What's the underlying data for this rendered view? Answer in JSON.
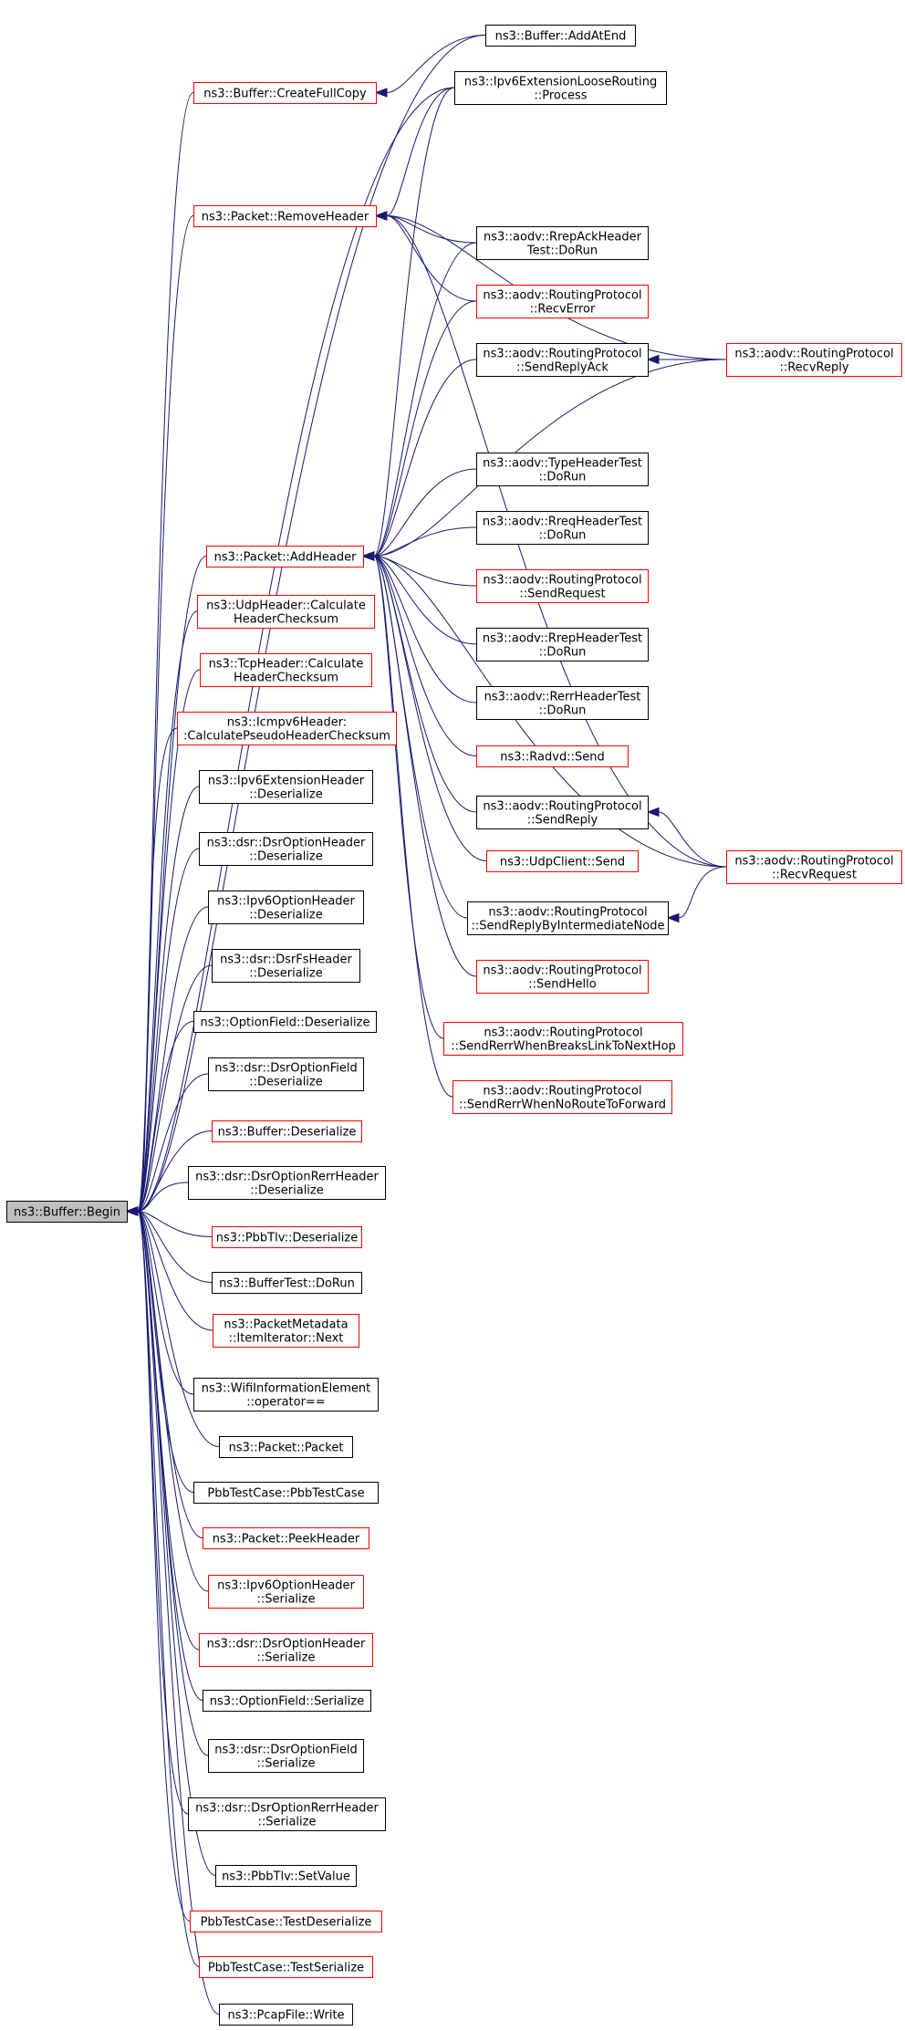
{
  "colors": {
    "edge": "#191970",
    "node_border_black": "#000000",
    "node_border_red": "#ff0000",
    "node_fill": "#ffffff",
    "focus_fill": "#bfbfbf"
  },
  "nodes": [
    {
      "id": "begin",
      "lines": [
        "ns3::Buffer::Begin"
      ],
      "border": "black",
      "focus": true
    },
    {
      "id": "addatend",
      "lines": [
        "ns3::Buffer::AddAtEnd"
      ],
      "border": "black"
    },
    {
      "id": "createfullcopy",
      "lines": [
        "ns3::Buffer::CreateFullCopy"
      ],
      "border": "red"
    },
    {
      "id": "looserouting",
      "lines": [
        "ns3::Ipv6ExtensionLooseRouting",
        "::Process"
      ],
      "border": "black"
    },
    {
      "id": "removeheader",
      "lines": [
        "ns3::Packet::RemoveHeader"
      ],
      "border": "red"
    },
    {
      "id": "rrepack",
      "lines": [
        "ns3::aodv::RrepAckHeader",
        "Test::DoRun"
      ],
      "border": "black"
    },
    {
      "id": "recverror",
      "lines": [
        "ns3::aodv::RoutingProtocol",
        "::RecvError"
      ],
      "border": "red"
    },
    {
      "id": "sendreplyack",
      "lines": [
        "ns3::aodv::RoutingProtocol",
        "::SendReplyAck"
      ],
      "border": "black"
    },
    {
      "id": "recvreply",
      "lines": [
        "ns3::aodv::RoutingProtocol",
        "::RecvReply"
      ],
      "border": "red"
    },
    {
      "id": "typeheadertest",
      "lines": [
        "ns3::aodv::TypeHeaderTest",
        "::DoRun"
      ],
      "border": "black"
    },
    {
      "id": "rreqheadertest",
      "lines": [
        "ns3::aodv::RreqHeaderTest",
        "::DoRun"
      ],
      "border": "black"
    },
    {
      "id": "addheader",
      "lines": [
        "ns3::Packet::AddHeader"
      ],
      "border": "red"
    },
    {
      "id": "sendrequest",
      "lines": [
        "ns3::aodv::RoutingProtocol",
        "::SendRequest"
      ],
      "border": "red"
    },
    {
      "id": "udpchecksum",
      "lines": [
        "ns3::UdpHeader::Calculate",
        "HeaderChecksum"
      ],
      "border": "red"
    },
    {
      "id": "rrepheadertest",
      "lines": [
        "ns3::aodv::RrepHeaderTest",
        "::DoRun"
      ],
      "border": "black"
    },
    {
      "id": "tcpchecksum",
      "lines": [
        "ns3::TcpHeader::Calculate",
        "HeaderChecksum"
      ],
      "border": "red"
    },
    {
      "id": "rerrheadertest",
      "lines": [
        "ns3::aodv::RerrHeaderTest",
        "::DoRun"
      ],
      "border": "black"
    },
    {
      "id": "icmpv6checksum",
      "lines": [
        "ns3::Icmpv6Header:",
        ":CalculatePseudoHeaderChecksum"
      ],
      "border": "red"
    },
    {
      "id": "radvdsend",
      "lines": [
        "ns3::Radvd::Send"
      ],
      "border": "red"
    },
    {
      "id": "ipv6extdeser",
      "lines": [
        "ns3::Ipv6ExtensionHeader",
        "::Deserialize"
      ],
      "border": "black"
    },
    {
      "id": "sendreply",
      "lines": [
        "ns3::aodv::RoutingProtocol",
        "::SendReply"
      ],
      "border": "black"
    },
    {
      "id": "dsroptiondeser",
      "lines": [
        "ns3::dsr::DsrOptionHeader",
        "::Deserialize"
      ],
      "border": "black"
    },
    {
      "id": "udpclientsend",
      "lines": [
        "ns3::UdpClient::Send"
      ],
      "border": "red"
    },
    {
      "id": "recvrequest",
      "lines": [
        "ns3::aodv::RoutingProtocol",
        "::RecvRequest"
      ],
      "border": "red"
    },
    {
      "id": "ipv6optiondeser",
      "lines": [
        "ns3::Ipv6OptionHeader",
        "::Deserialize"
      ],
      "border": "black"
    },
    {
      "id": "sendreplyintermediate",
      "lines": [
        "ns3::aodv::RoutingProtocol",
        "::SendReplyByIntermediateNode"
      ],
      "border": "black"
    },
    {
      "id": "dsrfsdeser",
      "lines": [
        "ns3::dsr::DsrFsHeader",
        "::Deserialize"
      ],
      "border": "black"
    },
    {
      "id": "sendhello",
      "lines": [
        "ns3::aodv::RoutingProtocol",
        "::SendHello"
      ],
      "border": "red"
    },
    {
      "id": "optionfielddeser",
      "lines": [
        "ns3::OptionField::Deserialize"
      ],
      "border": "black"
    },
    {
      "id": "sendrerrbreaks",
      "lines": [
        "ns3::aodv::RoutingProtocol",
        "::SendRerrWhenBreaksLinkToNextHop"
      ],
      "border": "red"
    },
    {
      "id": "dsroptionfielddeser",
      "lines": [
        "ns3::dsr::DsrOptionField",
        "::Deserialize"
      ],
      "border": "black"
    },
    {
      "id": "sendrerrnoroute",
      "lines": [
        "ns3::aodv::RoutingProtocol",
        "::SendRerrWhenNoRouteToForward"
      ],
      "border": "red"
    },
    {
      "id": "bufferdeser",
      "lines": [
        "ns3::Buffer::Deserialize"
      ],
      "border": "red"
    },
    {
      "id": "dsrrerrdeser",
      "lines": [
        "ns3::dsr::DsrOptionRerrHeader",
        "::Deserialize"
      ],
      "border": "black"
    },
    {
      "id": "pbbtlvdeser",
      "lines": [
        "ns3::PbbTlv::Deserialize"
      ],
      "border": "red"
    },
    {
      "id": "buffertest",
      "lines": [
        "ns3::BufferTest::DoRun"
      ],
      "border": "black"
    },
    {
      "id": "metadatanext",
      "lines": [
        "ns3::PacketMetadata",
        "::ItemIterator::Next"
      ],
      "border": "red"
    },
    {
      "id": "wifiinfo",
      "lines": [
        "ns3::WifiInformationElement",
        "::operator=="
      ],
      "border": "black"
    },
    {
      "id": "packetpacket",
      "lines": [
        "ns3::Packet::Packet"
      ],
      "border": "black"
    },
    {
      "id": "pbbtestcase",
      "lines": [
        "PbbTestCase::PbbTestCase"
      ],
      "border": "black"
    },
    {
      "id": "peekheader",
      "lines": [
        "ns3::Packet::PeekHeader"
      ],
      "border": "red"
    },
    {
      "id": "ipv6optionser",
      "lines": [
        "ns3::Ipv6OptionHeader",
        "::Serialize"
      ],
      "border": "red"
    },
    {
      "id": "dsroptionser",
      "lines": [
        "ns3::dsr::DsrOptionHeader",
        "::Serialize"
      ],
      "border": "red"
    },
    {
      "id": "optionfieldser",
      "lines": [
        "ns3::OptionField::Serialize"
      ],
      "border": "black"
    },
    {
      "id": "dsroptionfieldser",
      "lines": [
        "ns3::dsr::DsrOptionField",
        "::Serialize"
      ],
      "border": "black"
    },
    {
      "id": "dsrrerrser",
      "lines": [
        "ns3::dsr::DsrOptionRerrHeader",
        "::Serialize"
      ],
      "border": "black"
    },
    {
      "id": "pbbtlvsetvalue",
      "lines": [
        "ns3::PbbTlv::SetValue"
      ],
      "border": "black"
    },
    {
      "id": "testdeserialize",
      "lines": [
        "PbbTestCase::TestDeserialize"
      ],
      "border": "red"
    },
    {
      "id": "testserialize",
      "lines": [
        "PbbTestCase::TestSerialize"
      ],
      "border": "red"
    },
    {
      "id": "pcapwrite",
      "lines": [
        "ns3::PcapFile::Write"
      ],
      "border": "black"
    }
  ],
  "edges": [
    [
      "addatend",
      "begin"
    ],
    [
      "createfullcopy",
      "begin"
    ],
    [
      "looserouting",
      "begin"
    ],
    [
      "removeheader",
      "begin"
    ],
    [
      "addheader",
      "begin"
    ],
    [
      "udpchecksum",
      "begin"
    ],
    [
      "tcpchecksum",
      "begin"
    ],
    [
      "icmpv6checksum",
      "begin"
    ],
    [
      "ipv6extdeser",
      "begin"
    ],
    [
      "dsroptiondeser",
      "begin"
    ],
    [
      "ipv6optiondeser",
      "begin"
    ],
    [
      "dsrfsdeser",
      "begin"
    ],
    [
      "optionfielddeser",
      "begin"
    ],
    [
      "dsroptionfielddeser",
      "begin"
    ],
    [
      "bufferdeser",
      "begin"
    ],
    [
      "dsrrerrdeser",
      "begin"
    ],
    [
      "pbbtlvdeser",
      "begin"
    ],
    [
      "buffertest",
      "begin"
    ],
    [
      "metadatanext",
      "begin"
    ],
    [
      "wifiinfo",
      "begin"
    ],
    [
      "packetpacket",
      "begin"
    ],
    [
      "pbbtestcase",
      "begin"
    ],
    [
      "peekheader",
      "begin"
    ],
    [
      "ipv6optionser",
      "begin"
    ],
    [
      "dsroptionser",
      "begin"
    ],
    [
      "optionfieldser",
      "begin"
    ],
    [
      "dsroptionfieldser",
      "begin"
    ],
    [
      "dsrrerrser",
      "begin"
    ],
    [
      "pbbtlvsetvalue",
      "begin"
    ],
    [
      "testdeserialize",
      "begin"
    ],
    [
      "testserialize",
      "begin"
    ],
    [
      "pcapwrite",
      "begin"
    ],
    [
      "addatend",
      "createfullcopy"
    ],
    [
      "looserouting",
      "removeheader"
    ],
    [
      "rrepack",
      "removeheader"
    ],
    [
      "recverror",
      "removeheader"
    ],
    [
      "recvreply",
      "removeheader"
    ],
    [
      "recvrequest",
      "removeheader"
    ],
    [
      "looserouting",
      "addheader"
    ],
    [
      "rrepack",
      "addheader"
    ],
    [
      "recverror",
      "addheader"
    ],
    [
      "sendreplyack",
      "addheader"
    ],
    [
      "recvreply",
      "addheader"
    ],
    [
      "typeheadertest",
      "addheader"
    ],
    [
      "rreqheadertest",
      "addheader"
    ],
    [
      "sendrequest",
      "addheader"
    ],
    [
      "rrepheadertest",
      "addheader"
    ],
    [
      "rerrheadertest",
      "addheader"
    ],
    [
      "radvdsend",
      "addheader"
    ],
    [
      "sendreply",
      "addheader"
    ],
    [
      "udpclientsend",
      "addheader"
    ],
    [
      "sendreplyintermediate",
      "addheader"
    ],
    [
      "sendhello",
      "addheader"
    ],
    [
      "sendrerrbreaks",
      "addheader"
    ],
    [
      "sendrerrnoroute",
      "addheader"
    ],
    [
      "recvrequest",
      "addheader"
    ],
    [
      "recvreply",
      "sendreplyack"
    ],
    [
      "recvrequest",
      "sendreply"
    ],
    [
      "recvrequest",
      "sendreplyintermediate"
    ]
  ]
}
